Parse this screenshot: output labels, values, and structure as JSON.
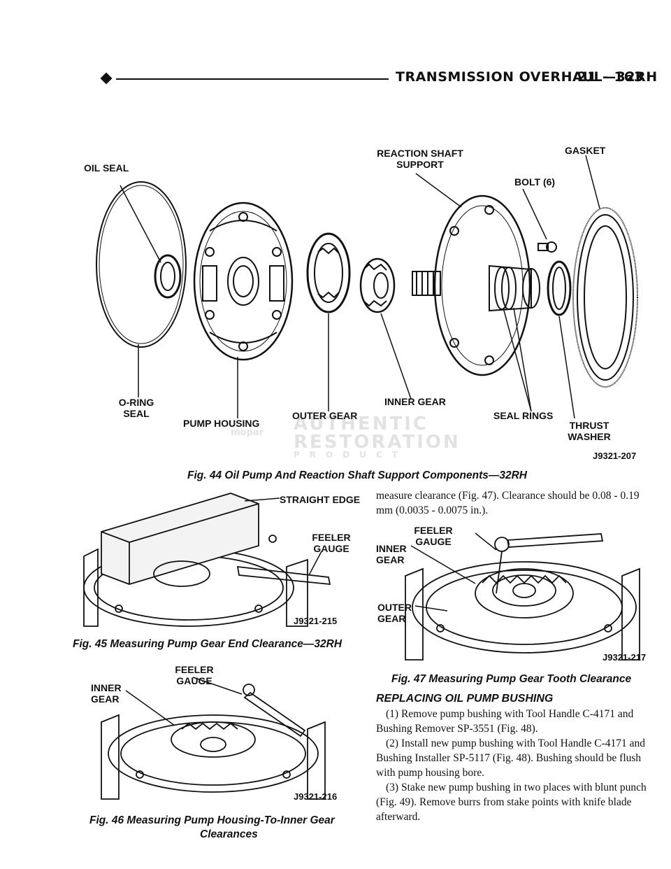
{
  "header": {
    "title": "TRANSMISSION OVERHAUL—32RH",
    "page": "21 - 163"
  },
  "figure44": {
    "labels": {
      "oil_seal": "OIL SEAL",
      "reaction_shaft_support": "REACTION SHAFT SUPPORT",
      "gasket": "GASKET",
      "bolt": "BOLT (6)",
      "o_ring_seal": "O-RING SEAL",
      "pump_housing": "PUMP HOUSING",
      "outer_gear": "OUTER GEAR",
      "inner_gear": "INNER GEAR",
      "seal_rings": "SEAL RINGS",
      "thrust_washer": "THRUST WASHER"
    },
    "fig_id": "J9321-207",
    "caption": "Fig. 44 Oil Pump And Reaction Shaft Support Components—32RH"
  },
  "watermark": {
    "line1": "AUTHENTIC",
    "line2": "RESTORATION",
    "line3": "PRODUCT",
    "brand": "mopar"
  },
  "figure45": {
    "labels": {
      "straight_edge": "STRAIGHT EDGE",
      "feeler_gauge": "FEELER GAUGE"
    },
    "fig_id": "J9321-215",
    "caption": "Fig. 45 Measuring Pump Gear End Clearance—32RH"
  },
  "figure46": {
    "labels": {
      "feeler_gauge": "FEELER GAUGE",
      "inner_gear": "INNER GEAR"
    },
    "fig_id": "J9321-216",
    "caption_line1": "Fig. 46 Measuring Pump Housing-To-Inner Gear",
    "caption_line2": "Clearances"
  },
  "figure47": {
    "labels": {
      "feeler_gauge": "FEELER GAUGE",
      "inner_gear": "INNER GEAR",
      "outer_gear": "OUTER GEAR"
    },
    "fig_id": "J9321-217",
    "caption": "Fig. 47 Measuring Pump Gear Tooth Clearance"
  },
  "body": {
    "intro": "measure clearance (Fig. 47). Clearance should be 0.08 - 0.19 mm (0.0035 - 0.0075 in.).",
    "section_title": "REPLACING OIL PUMP BUSHING",
    "steps": [
      "(1) Remove pump bushing with Tool Handle C-4171 and Bushing Remover SP-3551 (Fig. 48).",
      "(2) Install new pump bushing with Tool Handle C-4171 and Bushing Installer SP-5117 (Fig. 48). Bushing should be flush with pump housing bore.",
      "(3) Stake new pump bushing in two places with blunt punch (Fig. 49). Remove burrs from stake points with knife blade afterward."
    ]
  }
}
